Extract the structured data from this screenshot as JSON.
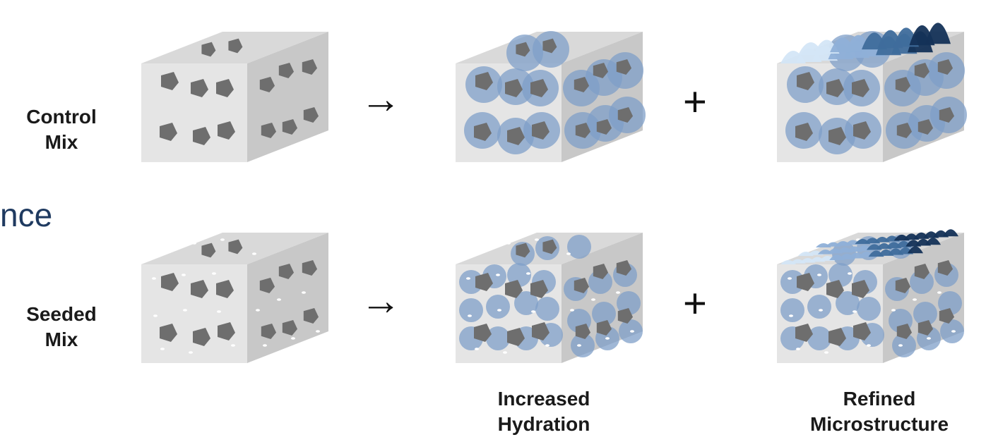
{
  "row_labels": [
    "Control\nMix",
    "Seeded\nMix"
  ],
  "operators": {
    "arrow": "→",
    "plus": "+"
  },
  "partial_heading": "nce",
  "column_labels": [
    "Increased\nHydration",
    "Refined\nMicrostructure"
  ],
  "colors": {
    "cube_front": "#e5e5e5",
    "cube_top": "#d9d9d9",
    "cube_side": "#c8c8c8",
    "particle": "#6e6e6e",
    "hydration_shell": "#7f9fc8",
    "seed": "#ffffff",
    "growth_gradient": [
      "#d4e6f7",
      "#8fb0d8",
      "#3f6d9c",
      "#143257"
    ]
  },
  "icons": [
    "right-arrow-icon",
    "plus-icon"
  ]
}
